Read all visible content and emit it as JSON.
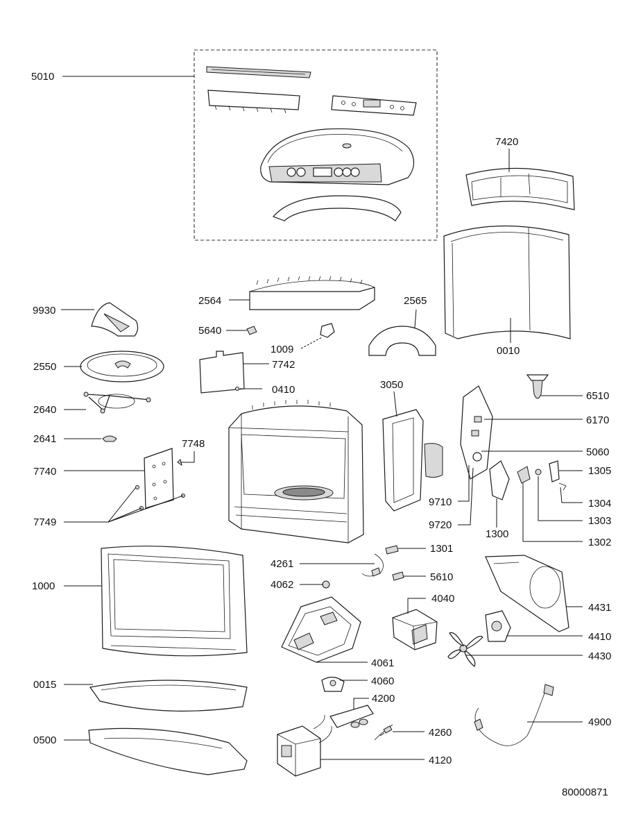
{
  "drawing_number": "80000871",
  "callouts": {
    "c5010": "5010",
    "c7420": "7420",
    "c0010": "0010",
    "c2564": "2564",
    "c2565": "2565",
    "c9930": "9930",
    "c5640": "5640",
    "c1009": "1009",
    "c7742": "7742",
    "c2550": "2550",
    "c0410": "0410",
    "c3050": "3050",
    "c6510": "6510",
    "c2640": "2640",
    "c6170": "6170",
    "c2641": "2641",
    "c7748": "7748",
    "c5060": "5060",
    "c7740": "7740",
    "c1305": "1305",
    "c9710": "9710",
    "c1304": "1304",
    "c7749": "7749",
    "c9720": "9720",
    "c1303": "1303",
    "c1300": "1300",
    "c1302": "1302",
    "c1301": "1301",
    "c1000": "1000",
    "c4261": "4261",
    "c5610": "5610",
    "c4062": "4062",
    "c4040": "4040",
    "c4431": "4431",
    "c4410": "4410",
    "c4430": "4430",
    "c4061": "4061",
    "c0015": "0015",
    "c4060": "4060",
    "c4200": "4200",
    "c4900": "4900",
    "c0500": "0500",
    "c4260": "4260",
    "c4120": "4120"
  }
}
